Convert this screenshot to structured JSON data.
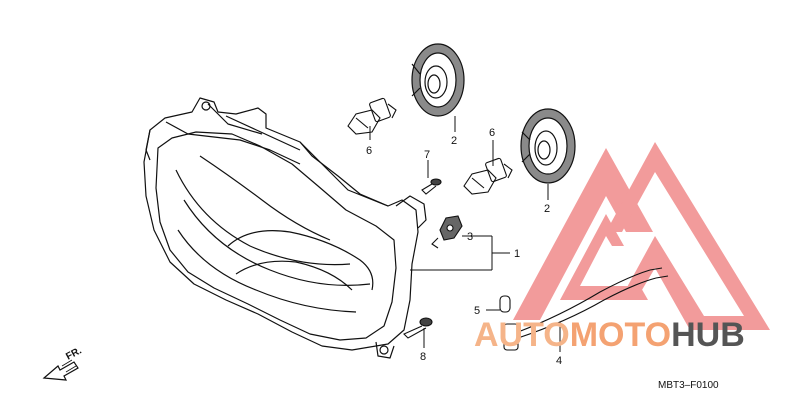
{
  "callouts": {
    "c1": "1",
    "c2a": "2",
    "c2b": "2",
    "c3": "3",
    "c4": "4",
    "c5": "5",
    "c6a": "6",
    "c6b": "6",
    "c7": "7",
    "c8": "8"
  },
  "direction_label": "FR.",
  "diagram_code": "MBT3–F0100",
  "watermark": {
    "part1": "AUTO",
    "part2": "MOTO",
    "part3": "HUB",
    "colors": {
      "triangle": "#f08a8a",
      "auto": "#f5b489",
      "moto": "#f4a272",
      "hub": "#555555"
    }
  }
}
